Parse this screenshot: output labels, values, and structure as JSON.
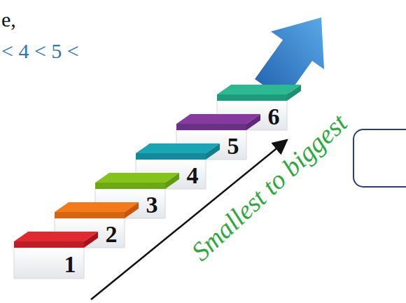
{
  "diagram": {
    "labels": [
      "e,",
      "< 4 < 5 <",
      "1",
      "2",
      "3",
      "4",
      "5",
      "6",
      "Smallest to biggest"
    ]
  }
}
